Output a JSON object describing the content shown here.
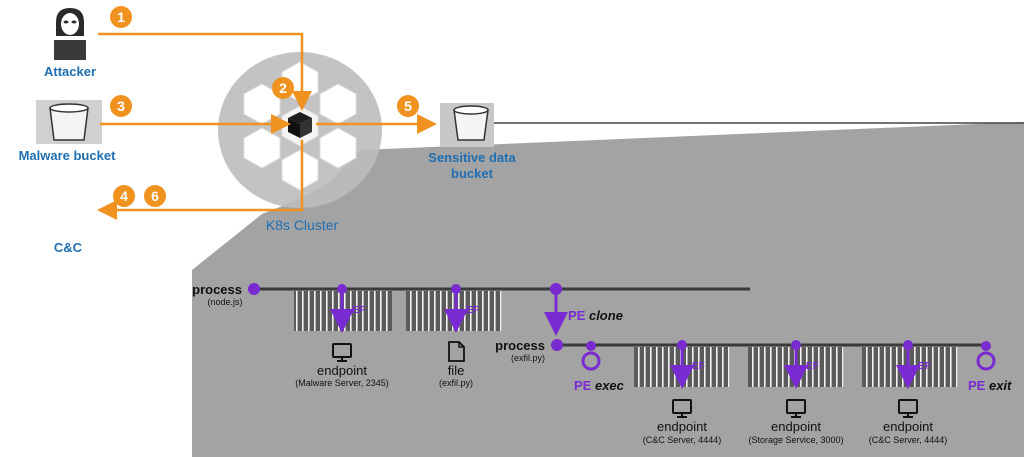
{
  "actors": {
    "attacker": "Attacker",
    "malware_bucket": "Malware bucket",
    "sensitive_bucket_line1": "Sensitive data",
    "sensitive_bucket_line2": "bucket",
    "cnc": "C&C",
    "cluster": "K8s Cluster"
  },
  "steps": {
    "s1": "1",
    "s2": "2",
    "s3": "3",
    "s4": "4",
    "s5": "5",
    "s6": "6"
  },
  "timeline": {
    "process1": "process",
    "process1_sub": "(node.js)",
    "process2": "process",
    "process2_sub": "(exfil.py)",
    "ef": "EF",
    "pe": "PE",
    "clone": "clone",
    "exec": "exec",
    "exit": "exit",
    "ep1": "endpoint",
    "ep1_sub": "(Malware Server, 2345)",
    "file": "file",
    "file_sub": "(exfil.py)",
    "ep2": "endpoint",
    "ep2_sub": "(C&C Server, 4444)",
    "ep3": "endpoint",
    "ep3_sub": "(Storage Service, 3000)",
    "ep4": "endpoint",
    "ep4_sub": "(C&C Server, 4444)"
  },
  "colors": {
    "orange": "#f0921f",
    "purple": "#7a2ad1",
    "blue": "#1f6fb2",
    "panel": "#a3a3a3"
  }
}
